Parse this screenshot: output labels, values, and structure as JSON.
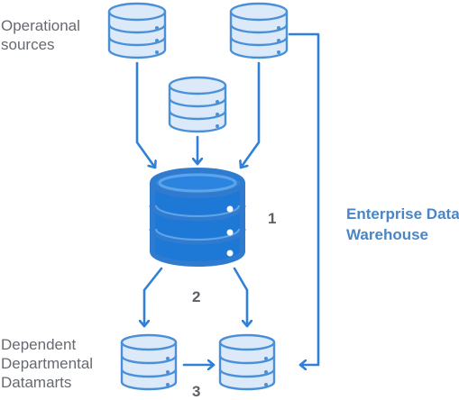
{
  "labels": {
    "operational_line1": "Operational",
    "operational_line2": "sources",
    "dependent_line1": "Dependent",
    "dependent_line2": "Departmental",
    "dependent_line3": "Datamarts",
    "warehouse_line1": "Enterprise Data",
    "warehouse_line2": "Warehouse"
  },
  "steps": {
    "one": "1",
    "two": "2",
    "three": "3"
  },
  "colors": {
    "light_fill": "#dbe9f8",
    "light_stroke": "#4a90d9",
    "main_fill": "#1e78d6",
    "main_stroke": "#2f7bd0",
    "main_rim": "#5ea4e8",
    "arrow": "#2f80d8",
    "title": "#4a86c5",
    "text": "#666a70"
  },
  "icons": [
    "database-icon"
  ]
}
